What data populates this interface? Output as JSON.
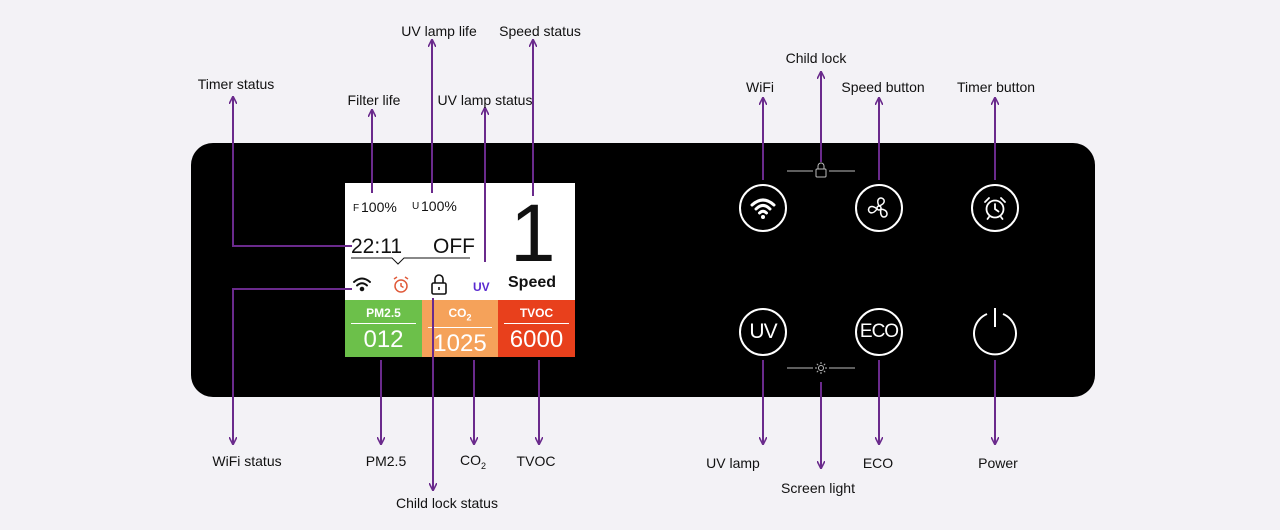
{
  "labels": {
    "timer_status": "Timer status",
    "filter_life": "Filter life",
    "uv_lamp_life": "UV lamp life",
    "uv_lamp_status": "UV lamp status",
    "speed_status": "Speed status",
    "wifi_status": "WiFi status",
    "pm25": "PM2.5",
    "co2_main": "CO",
    "co2_sub": "2",
    "tvoc": "TVOC",
    "child_lock_status": "Child lock status",
    "child_lock": "Child lock",
    "wifi": "WiFi",
    "speed_button": "Speed button",
    "timer_button": "Timer button",
    "uv_lamp": "UV lamp",
    "screen_light": "Screen light",
    "eco": "ECO",
    "power": "Power"
  },
  "screen": {
    "filter_prefix": "F",
    "filter_value": "100%",
    "uv_prefix": "U",
    "uv_value": "100%",
    "time": "22:11",
    "timer_state": "OFF",
    "speed_number": "1",
    "speed_label": "Speed",
    "uv_indicator": "UV",
    "tiles": [
      {
        "title": "PM2.5",
        "value": "012",
        "color": "#6cc04a"
      },
      {
        "title": "CO",
        "title_sub": "2",
        "value": "1025",
        "color": "#f5a25a"
      },
      {
        "title": "TVOC",
        "value": "6000",
        "color": "#e8401c"
      }
    ]
  },
  "buttons": {
    "uv": "UV",
    "eco": "ECO"
  },
  "colors": {
    "arrow": "#6a2a8c",
    "panel": "#000000",
    "alarm_icon": "#e05a3a",
    "uv_indicator": "#5a2ad0"
  },
  "icons": [
    "wifi-icon",
    "fan-icon",
    "alarm-clock-icon",
    "power-icon",
    "lock-icon",
    "sun-icon"
  ]
}
